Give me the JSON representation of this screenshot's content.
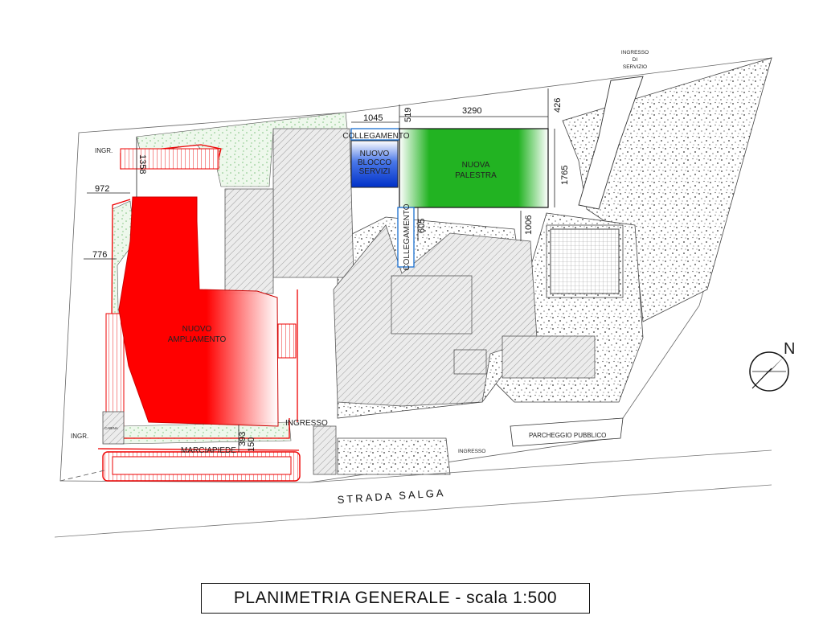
{
  "title": "PLANIMETRIA GENERALE - scala 1:500",
  "road_label": "STRADA SALGA",
  "north_label": "N",
  "buildings": {
    "ampliamento": [
      "NUOVO",
      "AMPLIAMENTO"
    ],
    "blocco_servizi": [
      "NUOVO",
      "BLOCCO",
      "SERVIZI"
    ],
    "palestra": [
      "NUOVA",
      "PALESTRA"
    ]
  },
  "labels": {
    "collegamento_top": "COLLEGAMENTO",
    "collegamento_vertical": "COLLEGAMENTO",
    "ingresso_servizio": [
      "INGRESSO",
      "DI",
      "SERVIZIO"
    ],
    "ingr_top": "INGR.",
    "ingr_bottom": "INGR.",
    "ingresso_main": "INGRESSO",
    "ingresso_lower": "INGRESSO",
    "marciapiede": "MARCIAPIEDE",
    "parcheggio": "PARCHEGGIO PUBBLICO",
    "cabina": "CABINA"
  },
  "dimensions": {
    "d1045": "1045",
    "d519": "519",
    "d3290": "3290",
    "d426": "426",
    "d1358": "1358",
    "d972": "972",
    "d776": "776",
    "d1765": "1765",
    "d605": "605",
    "d1006": "1006",
    "d393": "393",
    "d150": "150"
  },
  "colors": {
    "ampliamento": "#ff0000",
    "blocco_servizi": "#1040d8",
    "palestra": "#22b322",
    "green_area": "#9fd49f",
    "existing_hatch": "#bdbdbd"
  }
}
